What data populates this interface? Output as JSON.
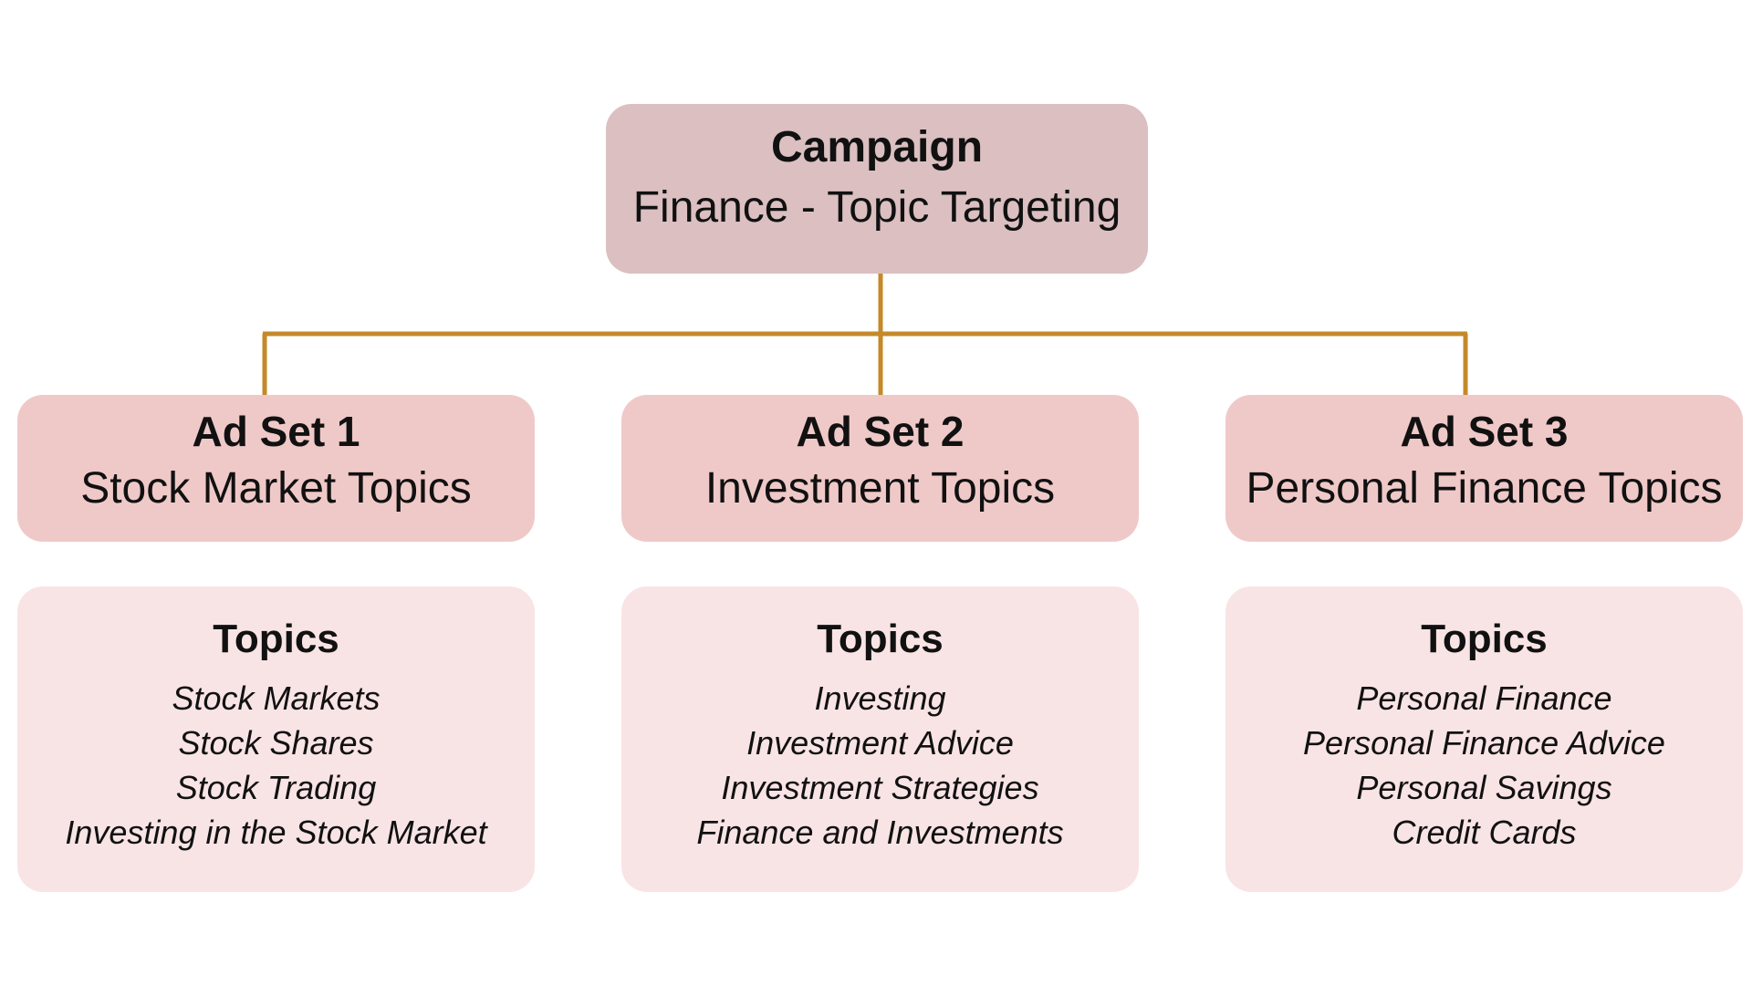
{
  "campaign": {
    "title": "Campaign",
    "subtitle": "Finance - Topic Targeting"
  },
  "ad_sets": [
    {
      "title": "Ad Set 1",
      "subtitle": "Stock Market Topics",
      "topics_heading": "Topics",
      "topics": [
        "Stock Markets",
        "Stock Shares",
        "Stock Trading",
        "Investing in the Stock Market"
      ]
    },
    {
      "title": "Ad Set 2",
      "subtitle": "Investment Topics",
      "topics_heading": "Topics",
      "topics": [
        "Investing",
        "Investment Advice",
        "Investment Strategies",
        "Finance and Investments"
      ]
    },
    {
      "title": "Ad Set 3",
      "subtitle": "Personal Finance Topics",
      "topics_heading": "Topics",
      "topics": [
        "Personal Finance",
        "Personal Finance Advice",
        "Personal Savings",
        "Credit Cards"
      ]
    }
  ],
  "colors": {
    "connector": "#c4892a",
    "campaign_fill": "#dbbfc1",
    "ad_set_fill": "#efc9c8",
    "topics_fill": "#f9e4e5"
  }
}
